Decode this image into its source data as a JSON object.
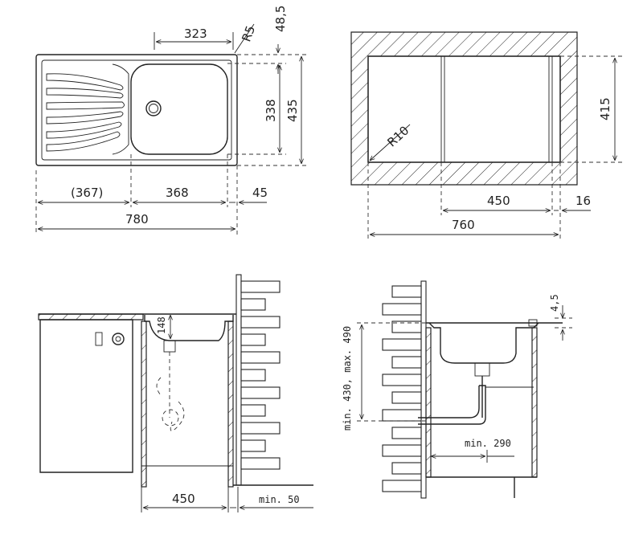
{
  "top_left": {
    "dims": {
      "d323": "323",
      "r5": "R5",
      "d48_5": "48,5",
      "d338": "338",
      "d435": "435",
      "d367": "(367)",
      "d368": "368",
      "d45": "45",
      "d780": "780"
    }
  },
  "top_right": {
    "dims": {
      "r10": "R10",
      "d415": "415",
      "d450": "450",
      "d16": "16",
      "d760": "760"
    }
  },
  "bottom_left": {
    "dims": {
      "d148": "148",
      "d450": "450",
      "min50": "min. 50"
    }
  },
  "bottom_right": {
    "dims": {
      "d4_5": "4,5",
      "minmax": "min. 430, max. 490",
      "min290": "min. 290"
    }
  }
}
